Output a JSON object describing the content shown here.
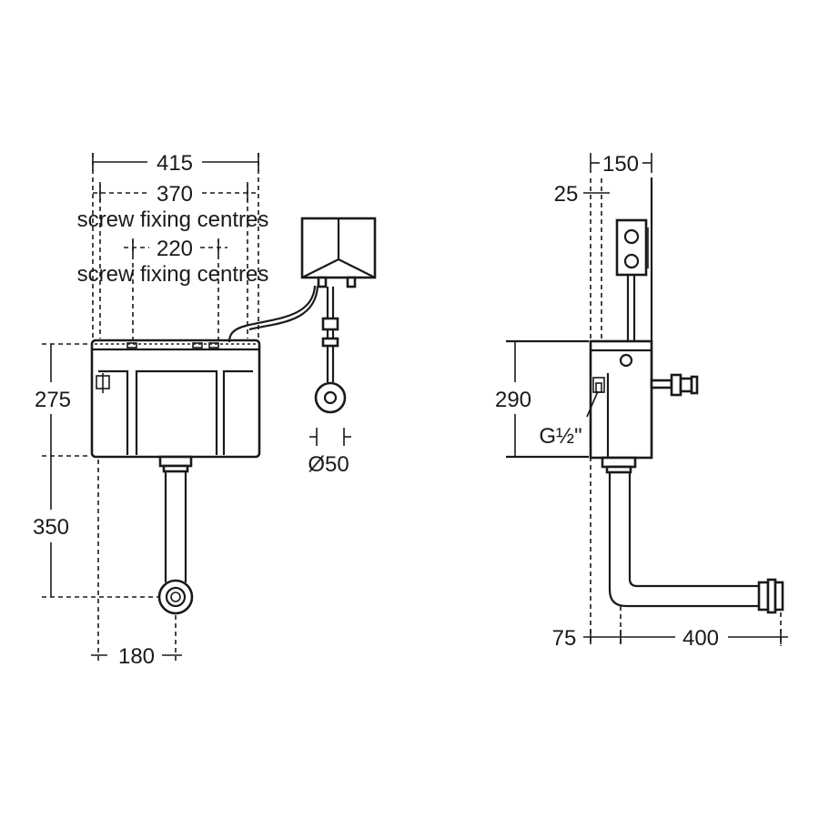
{
  "front_view": {
    "width_overall": "415",
    "screw_fixing_outer": "370",
    "screw_fixing_outer_label": "screw fixing centres",
    "screw_fixing_inner": "220",
    "screw_fixing_inner_label": "screw fixing centres",
    "cistern_height": "275",
    "outlet_drop": "350",
    "outlet_offset": "180",
    "actuator_diameter": "Ø50"
  },
  "side_view": {
    "depth_overall": "150",
    "wall_gap": "25",
    "cistern_height": "290",
    "inlet_connection": "G½\"",
    "outlet_setback": "75",
    "outlet_projection": "400"
  }
}
